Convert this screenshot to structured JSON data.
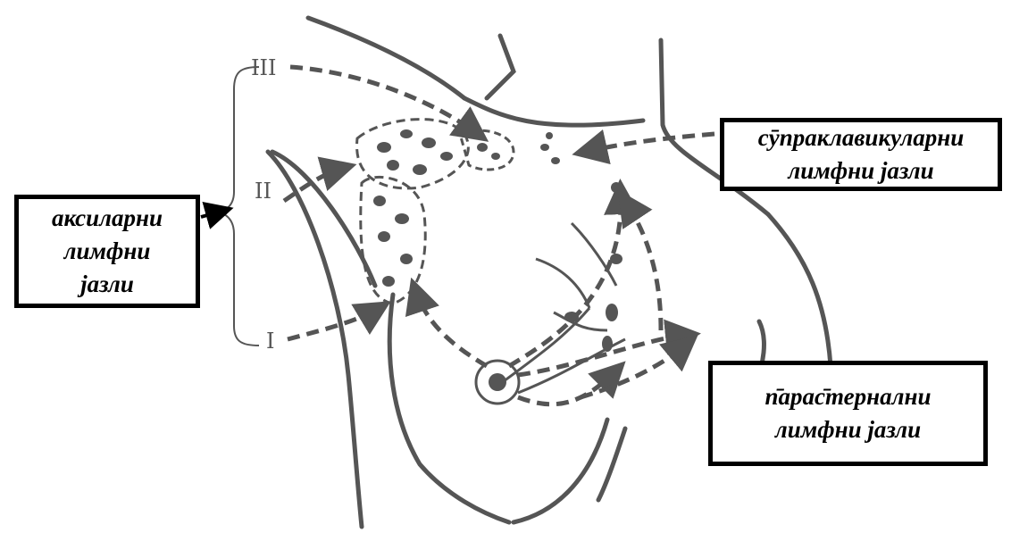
{
  "labels": {
    "axillary": [
      "аксиларни",
      "лимфни",
      "јазли"
    ],
    "supraclavicular": [
      "сӯпракла­викуларни",
      "лимфни јазли"
    ],
    "parasternal": [
      "п̄арас̄тернални",
      "лимфни јазли"
    ]
  },
  "levels": {
    "level_3": "III",
    "level_2": "II",
    "level_1": "I"
  },
  "colors": {
    "drawing": "#555555",
    "box_border": "#000000",
    "text": "#000000"
  }
}
